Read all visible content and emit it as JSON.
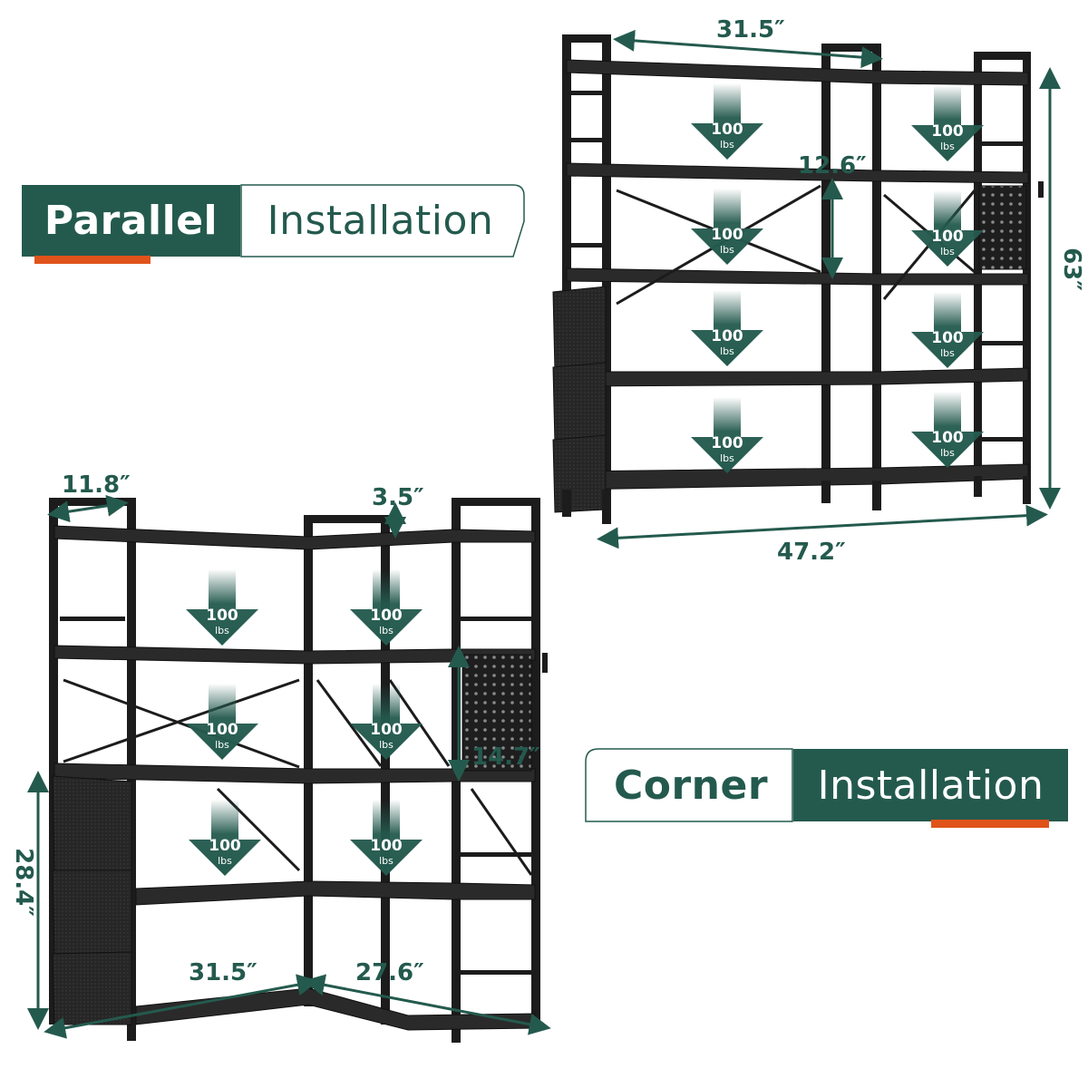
{
  "parallel": {
    "label_bold": "Parallel",
    "label_regular": "Installation",
    "dims": {
      "width_top": "31.5″",
      "shelf_gap": "12.6″",
      "height": "63″",
      "width_total": "47.2″"
    },
    "loads": [
      {
        "value": "100",
        "unit": "lbs"
      },
      {
        "value": "100",
        "unit": "lbs"
      },
      {
        "value": "100",
        "unit": "lbs"
      },
      {
        "value": "100",
        "unit": "lbs"
      },
      {
        "value": "100",
        "unit": "lbs"
      },
      {
        "value": "100",
        "unit": "lbs"
      },
      {
        "value": "100",
        "unit": "lbs"
      },
      {
        "value": "100",
        "unit": "lbs"
      }
    ]
  },
  "corner": {
    "label_bold": "Corner",
    "label_regular": "Installation",
    "dims": {
      "depth": "11.8″",
      "top_gap": "3.5″",
      "pegboard": "14.7″",
      "bag_height": "28.4″",
      "left_width": "31.5″",
      "right_width": "27.6″"
    },
    "loads": [
      {
        "value": "100",
        "unit": "lbs"
      },
      {
        "value": "100",
        "unit": "lbs"
      },
      {
        "value": "100",
        "unit": "lbs"
      },
      {
        "value": "100",
        "unit": "lbs"
      },
      {
        "value": "100",
        "unit": "lbs"
      },
      {
        "value": "100",
        "unit": "lbs"
      }
    ]
  },
  "colors": {
    "brand_green": "#245a4e",
    "accent_orange": "#e0531a",
    "frame": "#1b1b1b",
    "shelf": "#2a2a2a"
  }
}
